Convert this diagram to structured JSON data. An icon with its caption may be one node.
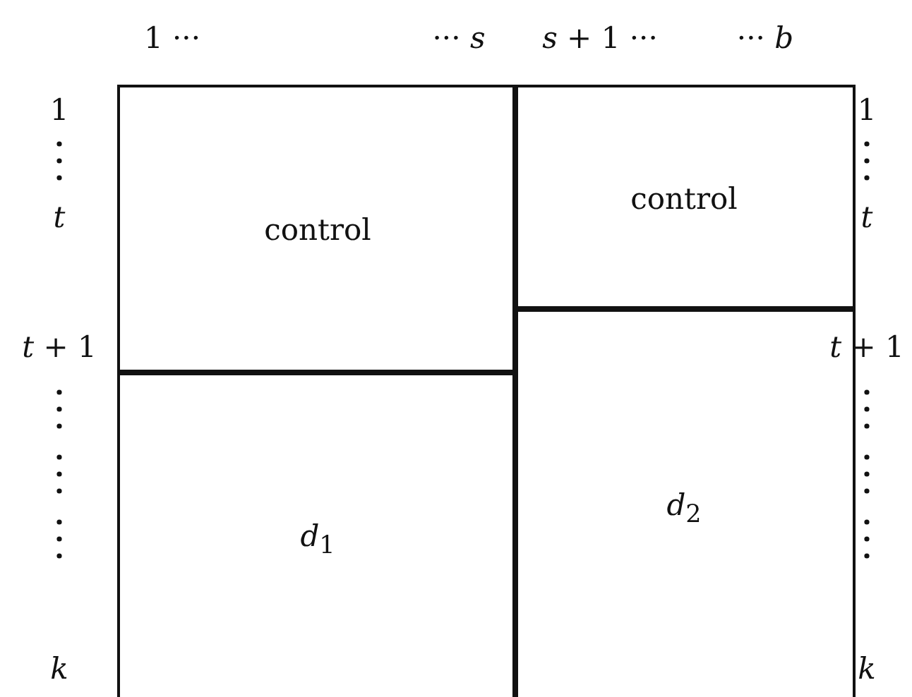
{
  "diagram": {
    "nodes": [
      {
        "text": [
          "control"
        ]
      },
      {
        "text": [
          "control"
        ]
      },
      {
        "text": [
          "*d*$_{1}$"
        ]
      },
      {
        "text": [
          "*d*$_{2}$"
        ]
      }
    ],
    "labels": [
      "1 ···",
      "··· *s*",
      "*s* + 1 ···",
      "··· *b*",
      "1",
      "1",
      "t",
      "t",
      "*t* + 1",
      "*t* + 1",
      "k",
      "k"
    ]
  }
}
